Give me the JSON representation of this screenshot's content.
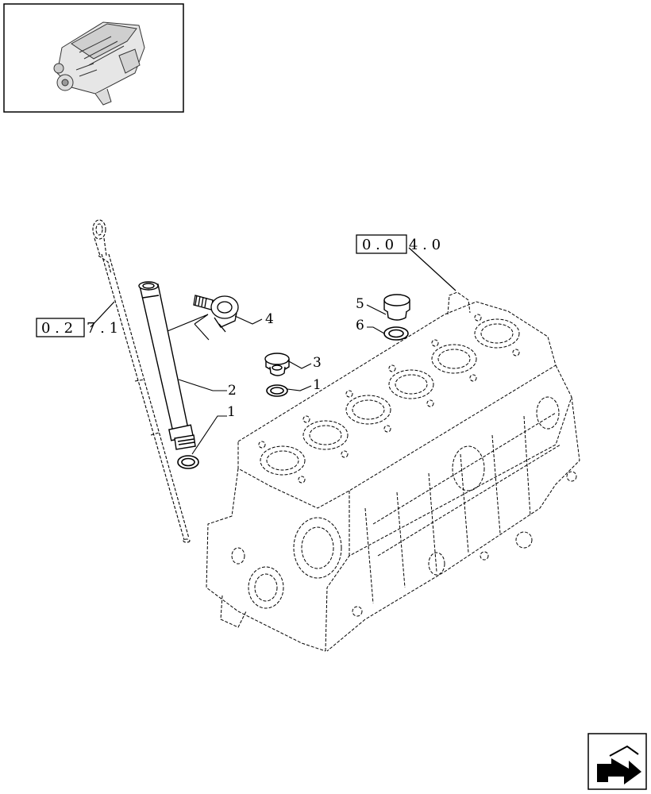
{
  "references": {
    "block_ref": {
      "boxed": "0 . 0",
      "rest": "4 . 0"
    },
    "dipstick_ref": {
      "boxed": "0 . 2",
      "rest": "7 . 1"
    }
  },
  "callouts": {
    "tube": "2",
    "seal_tube": "1",
    "clip": "4",
    "plug_small": "3",
    "seal_small": "1",
    "plug_large": "5",
    "seal_large": "6"
  },
  "colors": {
    "line": "#000000",
    "background": "#ffffff"
  },
  "icons": {
    "thumbnail": "engine-thumbnail-icon",
    "nav": "next-page-arrow-icon"
  }
}
